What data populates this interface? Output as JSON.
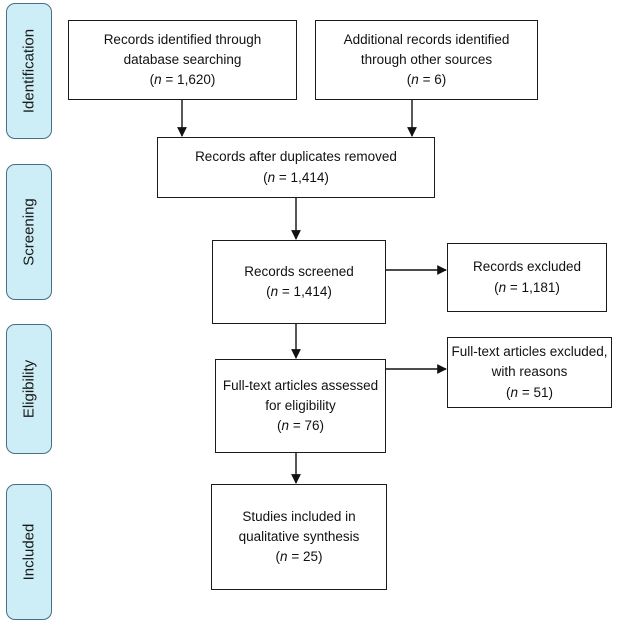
{
  "stages": [
    {
      "id": "identification",
      "label": "Identification"
    },
    {
      "id": "screening",
      "label": "Screening"
    },
    {
      "id": "eligibility",
      "label": "Eligibility"
    },
    {
      "id": "included",
      "label": "Included"
    }
  ],
  "boxes": {
    "db_search": {
      "lines": [
        "Records identified through",
        "database searching"
      ],
      "n_prefix": "n",
      "n_value": "= 1,620"
    },
    "other_sources": {
      "lines": [
        "Additional records identified",
        "through other sources"
      ],
      "n_prefix": "n",
      "n_value": "= 6"
    },
    "duplicates_removed": {
      "lines": [
        "Records after duplicates removed"
      ],
      "n_prefix": "n",
      "n_value": "= 1,414"
    },
    "screened": {
      "lines": [
        "Records screened"
      ],
      "n_prefix": "n",
      "n_value": "= 1,414"
    },
    "excluded": {
      "lines": [
        "Records excluded"
      ],
      "n_prefix": "n",
      "n_value": "= 1,181"
    },
    "fulltext_assessed": {
      "lines": [
        "Full-text articles assessed",
        "for eligibility"
      ],
      "n_prefix": "n",
      "n_value": "= 76"
    },
    "fulltext_excluded": {
      "lines": [
        "Full-text articles excluded,",
        "with reasons"
      ],
      "n_prefix": "n",
      "n_value": "= 51"
    },
    "included": {
      "lines": [
        "Studies included in",
        "qualitative synthesis"
      ],
      "n_prefix": "n",
      "n_value": "= 25"
    }
  },
  "colors": {
    "stage_fill": "#cdeef6",
    "stage_border": "#4a6f80",
    "box_border": "#1b1b1b",
    "arrow": "#111111"
  }
}
